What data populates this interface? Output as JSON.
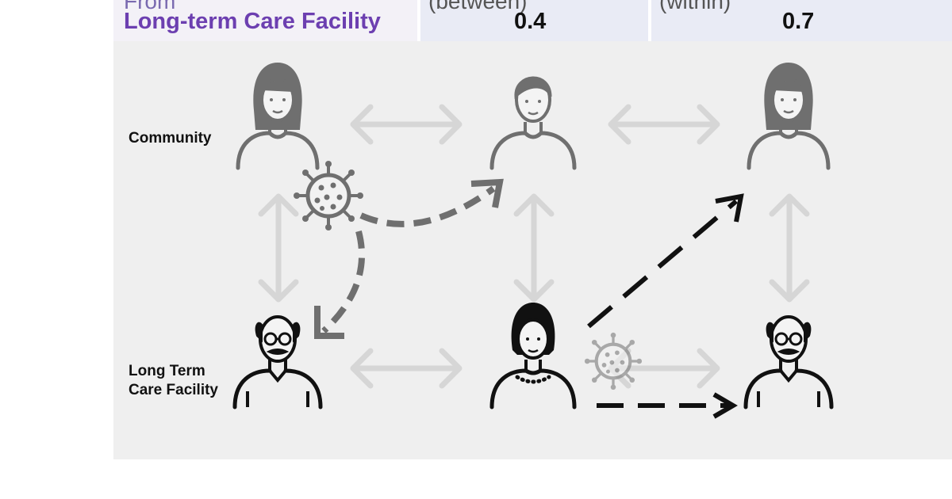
{
  "header": {
    "from_label": "From",
    "from_value": "Long-term Care Facility",
    "between_label": "(between)",
    "between_value": "0.4",
    "within_label": "(within)",
    "within_value": "0.7"
  },
  "diagram": {
    "row_labels": {
      "community": "Community",
      "ltcf_line1": "Long Term",
      "ltcf_line2": "Care Facility"
    }
  },
  "colors": {
    "accent_purple": "#6c3fb0",
    "panel_bg": "#efefef",
    "arrow_light": "#d6d6d6",
    "arrow_gray": "#6f6f6f",
    "arrow_black": "#111111"
  },
  "icons": [
    "woman-icon",
    "man-icon",
    "elderly-man-icon",
    "elderly-woman-icon",
    "virus-icon",
    "double-arrow-icon",
    "dashed-arrow-icon"
  ]
}
